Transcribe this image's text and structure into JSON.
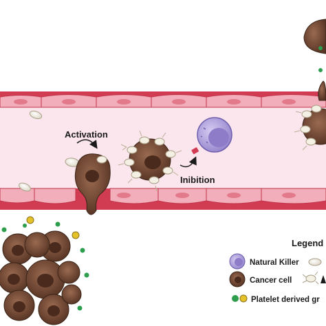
{
  "labels": {
    "activation": "Activation",
    "inhibition": "Inibition"
  },
  "legend": {
    "title": "Legend",
    "items": [
      {
        "label": "Natural Killer",
        "icon": "nk-cell-icon"
      },
      {
        "label": "Cancer cell",
        "icon": "cancer-cell-icon"
      },
      {
        "label": "Platelet derived gr",
        "icon": "platelet-granule-icon"
      }
    ]
  },
  "colors": {
    "vessel_wall": "#c8324a",
    "vessel_lumen": "#fbe4ec",
    "endothelium": "#f0a8b6",
    "cancer_cell": "#6e4a38",
    "nk_cell": "#a89ad8",
    "granule_green": "#2e9e4e",
    "granule_yellow": "#e6c22a"
  }
}
